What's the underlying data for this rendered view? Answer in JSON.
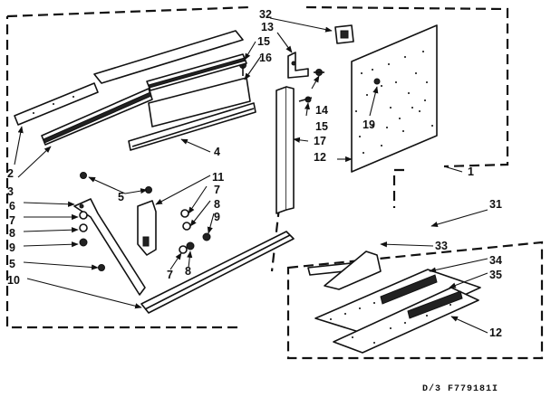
{
  "labels": {
    "n32": "32",
    "n13": "13",
    "n15a": "15",
    "n16": "16",
    "n14": "14",
    "n15b": "15",
    "n17": "17",
    "n19": "19",
    "n12a": "12",
    "n1": "1",
    "n4": "4",
    "n2": "2",
    "n3": "3",
    "n5a": "5",
    "n11": "11",
    "n7a": "7",
    "n8a": "8",
    "n9a": "9",
    "n6": "6",
    "n7b": "7",
    "n8b": "8",
    "n9b": "9",
    "n5b": "5",
    "n10": "10",
    "n7c": "7",
    "n8c": "8",
    "n31": "31",
    "n33": "33",
    "n34": "34",
    "n35": "35",
    "n12b": "12"
  },
  "drawing_code": "D/3 F779181I"
}
